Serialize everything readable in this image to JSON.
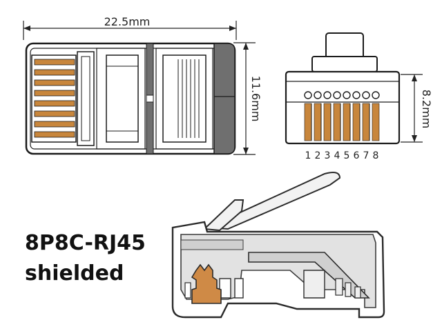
{
  "dimensions": {
    "length": "22.5mm",
    "height": "11.6mm",
    "front_height": "8.2mm"
  },
  "pin_numbers": [
    "1",
    "2",
    "3",
    "4",
    "5",
    "6",
    "7",
    "8"
  ],
  "label": {
    "line1": "8P8C-RJ45",
    "line2": "shielded"
  },
  "colors": {
    "contact": "#c8863c",
    "strain_relief": "#cf8a46",
    "body_fill": "#e6e6e6",
    "shade": "#6f6f6f",
    "outline": "#1a1a1a"
  }
}
